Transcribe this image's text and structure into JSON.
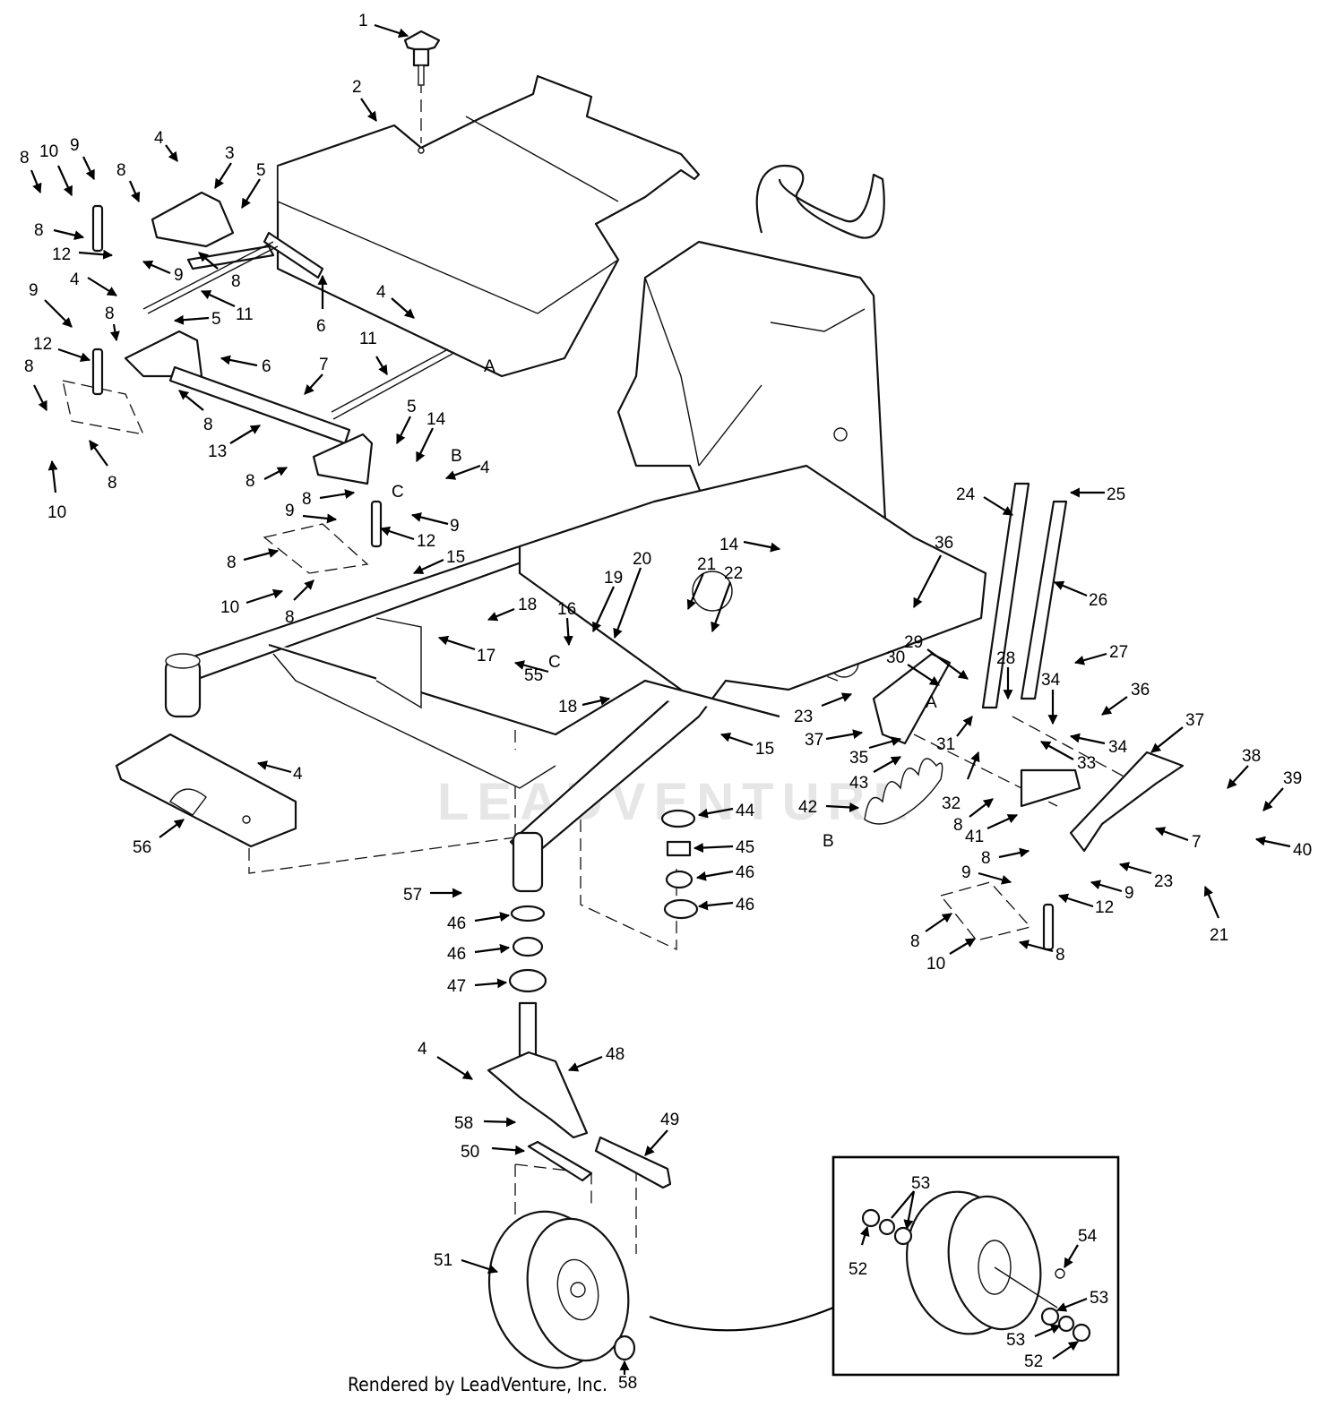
{
  "watermark": "LEADVENTURE",
  "credit": "Rendered by LeadVenture, Inc.",
  "callouts": [
    {
      "id": "c1",
      "label": "1"
    },
    {
      "id": "c2",
      "label": "2"
    },
    {
      "id": "c3",
      "label": "3"
    },
    {
      "id": "c4a",
      "label": "4"
    },
    {
      "id": "c4b",
      "label": "4"
    },
    {
      "id": "c4c",
      "label": "4"
    },
    {
      "id": "c4d",
      "label": "4"
    },
    {
      "id": "c4e",
      "label": "4"
    },
    {
      "id": "c4f",
      "label": "4"
    },
    {
      "id": "c5a",
      "label": "5"
    },
    {
      "id": "c5b",
      "label": "5"
    },
    {
      "id": "c5c",
      "label": "5"
    },
    {
      "id": "c6a",
      "label": "6"
    },
    {
      "id": "c6b",
      "label": "6"
    },
    {
      "id": "c7a",
      "label": "7"
    },
    {
      "id": "c7b",
      "label": "7"
    },
    {
      "id": "c8a",
      "label": "8"
    },
    {
      "id": "c8b",
      "label": "8"
    },
    {
      "id": "c8c",
      "label": "8"
    },
    {
      "id": "c8d",
      "label": "8"
    },
    {
      "id": "c8e",
      "label": "8"
    },
    {
      "id": "c8f",
      "label": "8"
    },
    {
      "id": "c8g",
      "label": "8"
    },
    {
      "id": "c8h",
      "label": "8"
    },
    {
      "id": "c8i",
      "label": "8"
    },
    {
      "id": "c8j",
      "label": "8"
    },
    {
      "id": "c8k",
      "label": "8"
    },
    {
      "id": "c8l",
      "label": "8"
    },
    {
      "id": "c8m",
      "label": "8"
    },
    {
      "id": "c8n",
      "label": "8"
    },
    {
      "id": "c8o",
      "label": "8"
    },
    {
      "id": "c8p",
      "label": "8"
    },
    {
      "id": "c9a",
      "label": "9"
    },
    {
      "id": "c9b",
      "label": "9"
    },
    {
      "id": "c9c",
      "label": "9"
    },
    {
      "id": "c9d",
      "label": "9"
    },
    {
      "id": "c9e",
      "label": "9"
    },
    {
      "id": "c9f",
      "label": "9"
    },
    {
      "id": "c9g",
      "label": "9"
    },
    {
      "id": "c10a",
      "label": "10"
    },
    {
      "id": "c10b",
      "label": "10"
    },
    {
      "id": "c10c",
      "label": "10"
    },
    {
      "id": "c10d",
      "label": "10"
    },
    {
      "id": "c11a",
      "label": "11"
    },
    {
      "id": "c11b",
      "label": "11"
    },
    {
      "id": "c12a",
      "label": "12"
    },
    {
      "id": "c12b",
      "label": "12"
    },
    {
      "id": "c12c",
      "label": "12"
    },
    {
      "id": "c12d",
      "label": "12"
    },
    {
      "id": "c13",
      "label": "13"
    },
    {
      "id": "c14a",
      "label": "14"
    },
    {
      "id": "c14b",
      "label": "14"
    },
    {
      "id": "c15a",
      "label": "15"
    },
    {
      "id": "c15b",
      "label": "15"
    },
    {
      "id": "c16",
      "label": "16"
    },
    {
      "id": "c17",
      "label": "17"
    },
    {
      "id": "c18a",
      "label": "18"
    },
    {
      "id": "c18b",
      "label": "18"
    },
    {
      "id": "c19",
      "label": "19"
    },
    {
      "id": "c20",
      "label": "20"
    },
    {
      "id": "c21a",
      "label": "21"
    },
    {
      "id": "c21b",
      "label": "21"
    },
    {
      "id": "c22",
      "label": "22"
    },
    {
      "id": "c23a",
      "label": "23"
    },
    {
      "id": "c23b",
      "label": "23"
    },
    {
      "id": "c24",
      "label": "24"
    },
    {
      "id": "c25",
      "label": "25"
    },
    {
      "id": "c26",
      "label": "26"
    },
    {
      "id": "c27",
      "label": "27"
    },
    {
      "id": "c28",
      "label": "28"
    },
    {
      "id": "c29",
      "label": "29"
    },
    {
      "id": "c30",
      "label": "30"
    },
    {
      "id": "c31",
      "label": "31"
    },
    {
      "id": "c32",
      "label": "32"
    },
    {
      "id": "c33",
      "label": "33"
    },
    {
      "id": "c34a",
      "label": "34"
    },
    {
      "id": "c34b",
      "label": "34"
    },
    {
      "id": "c35",
      "label": "35"
    },
    {
      "id": "c36a",
      "label": "36"
    },
    {
      "id": "c36b",
      "label": "36"
    },
    {
      "id": "c37a",
      "label": "37"
    },
    {
      "id": "c37b",
      "label": "37"
    },
    {
      "id": "c38",
      "label": "38"
    },
    {
      "id": "c39",
      "label": "39"
    },
    {
      "id": "c40",
      "label": "40"
    },
    {
      "id": "c41",
      "label": "41"
    },
    {
      "id": "c42",
      "label": "42"
    },
    {
      "id": "c43",
      "label": "43"
    },
    {
      "id": "c44",
      "label": "44"
    },
    {
      "id": "c45",
      "label": "45"
    },
    {
      "id": "c46a",
      "label": "46"
    },
    {
      "id": "c46b",
      "label": "46"
    },
    {
      "id": "c46c",
      "label": "46"
    },
    {
      "id": "c46d",
      "label": "46"
    },
    {
      "id": "c47",
      "label": "47"
    },
    {
      "id": "c48",
      "label": "48"
    },
    {
      "id": "c49",
      "label": "49"
    },
    {
      "id": "c50",
      "label": "50"
    },
    {
      "id": "c51",
      "label": "51"
    },
    {
      "id": "c52a",
      "label": "52"
    },
    {
      "id": "c52b",
      "label": "52"
    },
    {
      "id": "c53a",
      "label": "53"
    },
    {
      "id": "c53b",
      "label": "53"
    },
    {
      "id": "c53c",
      "label": "53"
    },
    {
      "id": "c54",
      "label": "54"
    },
    {
      "id": "c55",
      "label": "55"
    },
    {
      "id": "c56",
      "label": "56"
    },
    {
      "id": "c57",
      "label": "57"
    },
    {
      "id": "c58a",
      "label": "58"
    },
    {
      "id": "c58b",
      "label": "58"
    }
  ],
  "reference_letters": [
    {
      "id": "rA1",
      "label": "A"
    },
    {
      "id": "rA2",
      "label": "A"
    },
    {
      "id": "rB1",
      "label": "B"
    },
    {
      "id": "rB2",
      "label": "B"
    },
    {
      "id": "rC1",
      "label": "C"
    },
    {
      "id": "rC2",
      "label": "C"
    }
  ]
}
